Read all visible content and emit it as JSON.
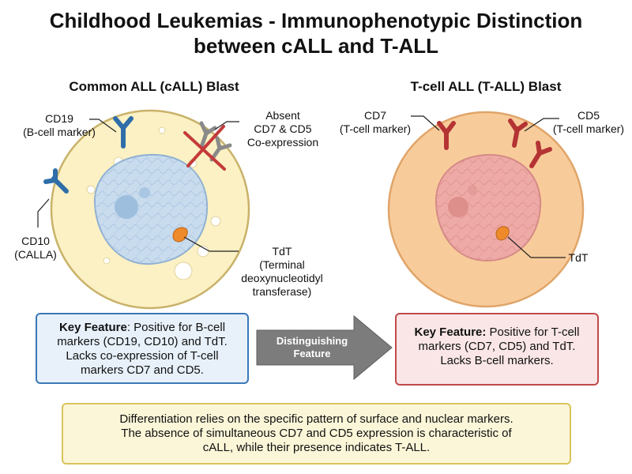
{
  "title": {
    "line1": "Childhood Leukemias - Immunophenotypic Distinction",
    "line2": "between cALL and T-ALL"
  },
  "left_cell": {
    "heading": "Common ALL (cALL) Blast",
    "cd19_line1": "CD19",
    "cd19_line2": "(B-cell marker)",
    "absent_line1": "Absent",
    "absent_line2": "CD7 & CD5",
    "absent_line3": "Co-expression",
    "cd10_line1": "CD10",
    "cd10_line2": "(CALLA)",
    "tdt_line1": "TdT",
    "tdt_line2": "(Terminal",
    "tdt_line3": "deoxynucleotidyl",
    "tdt_line4": "transferase)"
  },
  "right_cell": {
    "heading": "T-cell ALL (T-ALL) Blast",
    "cd7_line1": "CD7",
    "cd7_line2": "(T-cell marker)",
    "cd5_line1": "CD5",
    "cd5_line2": "(T-cell marker)",
    "tdt": "TdT"
  },
  "left_box": {
    "bold": "Key Feature",
    "line1": ": Positive for B-cell",
    "line2": "markers (CD19, CD10) and TdT.",
    "line3": "Lacks co-expression of T-cell",
    "line4": "markers CD7 and CD5."
  },
  "arrow": {
    "line1": "Distinguishing",
    "line2": "Feature"
  },
  "right_box": {
    "bold": "Key Feature:",
    "line1": " Positive for T-cell",
    "line2": "markers (CD7, CD5) and TdT.",
    "line3": "Lacks B-cell markers."
  },
  "bottom_box": {
    "line1": "Differentiation relies on the specific pattern of surface and nuclear markers.",
    "line2": "The absence of simultaneous CD7 and CD5 expression is characteristic of",
    "line3": "cALL, while their presence indicates T-ALL."
  },
  "colors": {
    "b_marker": "#2f6ea8",
    "t_marker": "#b43434",
    "absent_marker": "#8a8a8a",
    "tdt": "#ef8a2a",
    "call_cytoplasm": "#fbf1c4",
    "tall_cytoplasm": "#f8cc9a",
    "call_nucleus": "#c9dcee",
    "tall_nucleus": "#eeaaa6"
  },
  "icons": [
    "b-cell-receptor-icon",
    "t-cell-receptor-icon",
    "tdt-granule-icon",
    "cross-out-icon",
    "arrow-right-icon"
  ]
}
